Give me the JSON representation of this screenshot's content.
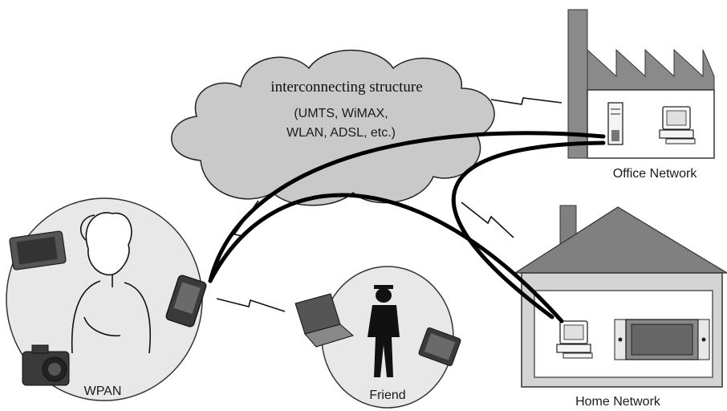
{
  "cloud": {
    "title": "interconnecting structure",
    "tech_line1": "(UMTS, WiMAX,",
    "tech_line2": "WLAN, ADSL, etc.)"
  },
  "labels": {
    "office": "Office Network",
    "home": "Home Network",
    "wpan": "WPAN",
    "friend": "Friend"
  },
  "colors": {
    "cloud_fill": "#c9c9c9",
    "bubble_fill": "#e8e8e8",
    "roof_fill": "#808080",
    "building_fill": "#d4d4d4",
    "link_color": "#000000"
  },
  "icons": [
    "factory-icon",
    "house-icon",
    "server-icon",
    "desktop-computer-icon",
    "flat-screen-tv-icon",
    "smartphone-icon",
    "pda-icon",
    "camera-icon",
    "laptop-icon",
    "tablet-icon",
    "woman-icon",
    "person-silhouette-icon",
    "wireless-link-icon"
  ]
}
